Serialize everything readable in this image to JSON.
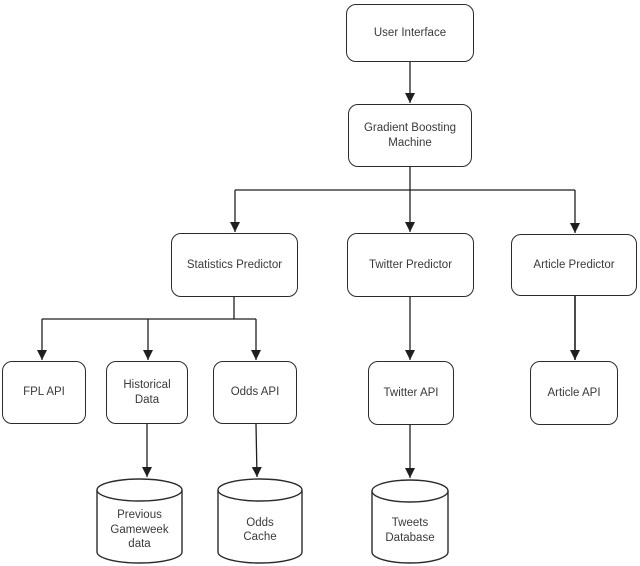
{
  "diagram": {
    "type": "flowchart",
    "background": "#ffffff",
    "line_color": "#1f1f1f",
    "box_border_color": "#2b2b2b",
    "text_color": "#3a3a3a",
    "nodes": {
      "user_interface": {
        "label": "User Interface",
        "shape": "rounded-box"
      },
      "gbm": {
        "label": "Gradient Boosting\nMachine",
        "shape": "rounded-box"
      },
      "statistics_predictor": {
        "label": "Statistics Predictor",
        "shape": "rounded-box"
      },
      "twitter_predictor": {
        "label": "Twitter Predictor",
        "shape": "rounded-box"
      },
      "article_predictor": {
        "label": "Article Predictor",
        "shape": "rounded-box"
      },
      "fpl_api": {
        "label": "FPL API",
        "shape": "rounded-box"
      },
      "historical_data": {
        "label": "Historical\nData",
        "shape": "rounded-box"
      },
      "odds_api": {
        "label": "Odds API",
        "shape": "rounded-box"
      },
      "twitter_api": {
        "label": "Twitter API",
        "shape": "rounded-box"
      },
      "article_api": {
        "label": "Article API",
        "shape": "rounded-box"
      },
      "prev_gameweek": {
        "label": "Previous\nGameweek\ndata",
        "shape": "cylinder"
      },
      "odds_cache": {
        "label": "Odds\nCache",
        "shape": "cylinder"
      },
      "tweets_db": {
        "label": "Tweets\nDatabase",
        "shape": "cylinder"
      }
    },
    "edges": [
      {
        "from": "User Interface",
        "to": "Gradient Boosting Machine"
      },
      {
        "from": "Gradient Boosting Machine",
        "to": "Statistics Predictor"
      },
      {
        "from": "Gradient Boosting Machine",
        "to": "Twitter Predictor"
      },
      {
        "from": "Gradient Boosting Machine",
        "to": "Article Predictor"
      },
      {
        "from": "Statistics Predictor",
        "to": "FPL API"
      },
      {
        "from": "Statistics Predictor",
        "to": "Historical Data"
      },
      {
        "from": "Statistics Predictor",
        "to": "Odds API"
      },
      {
        "from": "Historical Data",
        "to": "Previous Gameweek data"
      },
      {
        "from": "Odds API",
        "to": "Odds Cache"
      },
      {
        "from": "Twitter Predictor",
        "to": "Twitter API"
      },
      {
        "from": "Twitter API",
        "to": "Tweets Database"
      },
      {
        "from": "Article Predictor",
        "to": "Article API"
      }
    ]
  }
}
